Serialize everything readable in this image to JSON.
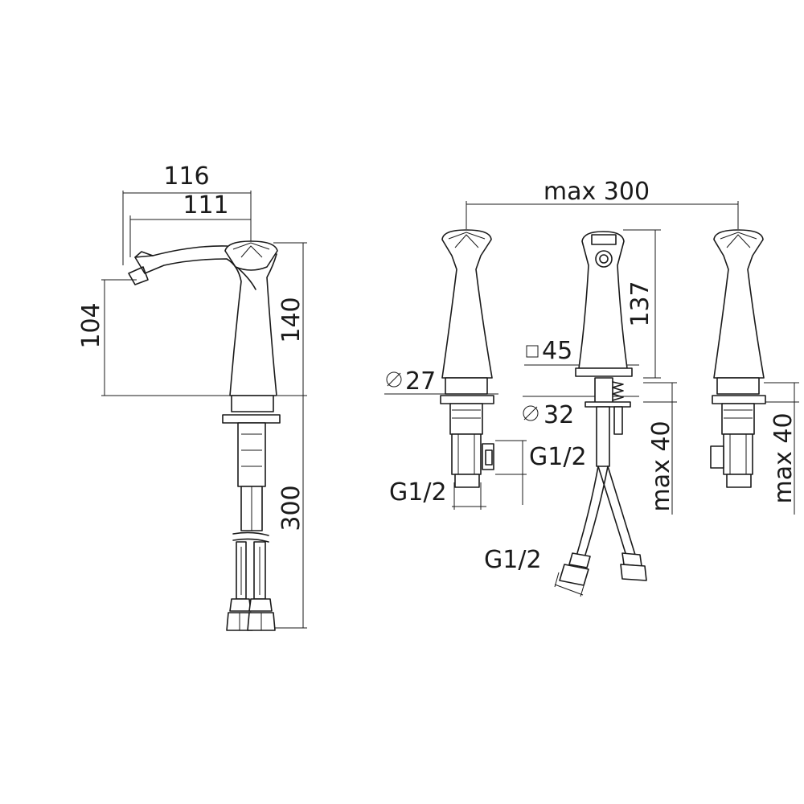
{
  "drawing": {
    "side_view": {
      "dim_width_outer": "116",
      "dim_width_inner": "111",
      "dim_spout_height": "104",
      "dim_body_height": "140",
      "dim_hose_length": "300"
    },
    "front_view": {
      "dim_max_spacing": "max 300",
      "dim_spout_height": "137",
      "dim_square": "45",
      "dim_diameter_handle": "27",
      "dim_diameter_base": "32",
      "dim_thread_side_outlet": "G1/2",
      "dim_thread_bottom": "G1/2",
      "dim_thread_hose": "G1/2",
      "dim_max_thickness_center": "max 40",
      "dim_max_thickness_right": "max 40"
    }
  }
}
